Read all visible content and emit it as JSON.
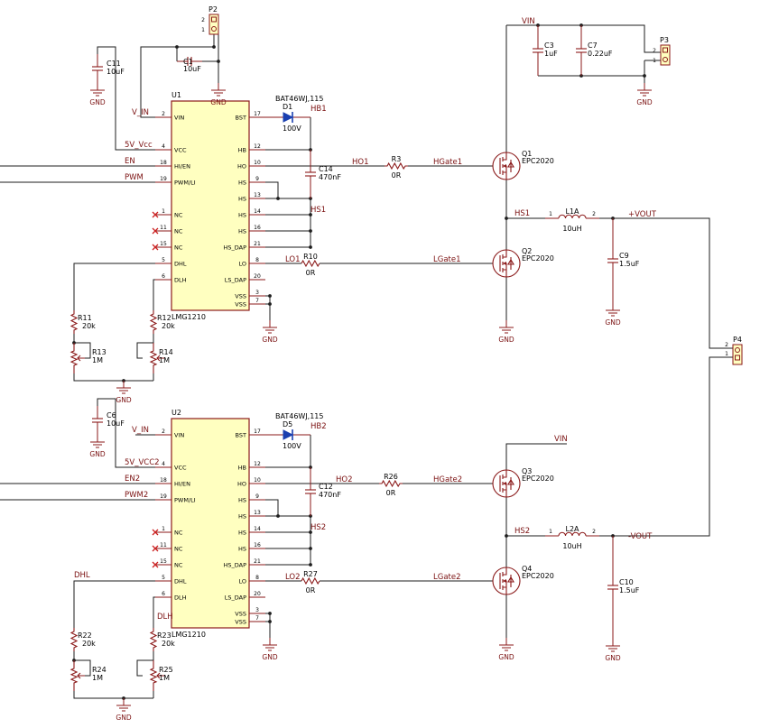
{
  "u1": {
    "ref": "U1",
    "part": "LMG1210",
    "left_pins": [
      {
        "num": "2",
        "name": "VIN"
      },
      {
        "num": "4",
        "name": "VCC"
      },
      {
        "num": "18",
        "name": "HI/EN"
      },
      {
        "num": "19",
        "name": "PWM/LI"
      },
      {
        "num": "1",
        "name": "NC"
      },
      {
        "num": "11",
        "name": "NC"
      },
      {
        "num": "15",
        "name": "NC"
      },
      {
        "num": "5",
        "name": "DHL"
      },
      {
        "num": "6",
        "name": "DLH"
      }
    ],
    "right_pins": [
      {
        "num": "17",
        "name": "BST"
      },
      {
        "num": "12",
        "name": "HB"
      },
      {
        "num": "10",
        "name": "HO"
      },
      {
        "num": "9",
        "name": "HS"
      },
      {
        "num": "13",
        "name": "HS"
      },
      {
        "num": "14",
        "name": "HS"
      },
      {
        "num": "16",
        "name": "HS"
      },
      {
        "num": "21",
        "name": "HS_DAP"
      },
      {
        "num": "8",
        "name": "LO"
      },
      {
        "num": "20",
        "name": "LS_DAP"
      },
      {
        "num": "3",
        "name": "VSS"
      },
      {
        "num": "7",
        "name": "VSS"
      }
    ]
  },
  "u2": {
    "ref": "U2",
    "part": "LMG1210",
    "left_pins": [
      {
        "num": "2",
        "name": "VIN"
      },
      {
        "num": "4",
        "name": "VCC"
      },
      {
        "num": "18",
        "name": "HI/EN"
      },
      {
        "num": "19",
        "name": "PWM/LI"
      },
      {
        "num": "1",
        "name": "NC"
      },
      {
        "num": "11",
        "name": "NC"
      },
      {
        "num": "15",
        "name": "NC"
      },
      {
        "num": "5",
        "name": "DHL"
      },
      {
        "num": "6",
        "name": "DLH"
      }
    ],
    "right_pins": [
      {
        "num": "17",
        "name": "BST"
      },
      {
        "num": "12",
        "name": "HB"
      },
      {
        "num": "10",
        "name": "HO"
      },
      {
        "num": "9",
        "name": "HS"
      },
      {
        "num": "13",
        "name": "HS"
      },
      {
        "num": "14",
        "name": "HS"
      },
      {
        "num": "16",
        "name": "HS"
      },
      {
        "num": "21",
        "name": "HS_DAP"
      },
      {
        "num": "8",
        "name": "LO"
      },
      {
        "num": "20",
        "name": "LS_DAP"
      },
      {
        "num": "3",
        "name": "VSS"
      },
      {
        "num": "7",
        "name": "VSS"
      }
    ]
  },
  "nets": {
    "v_in_1": "V_IN",
    "vcc_1": "5V_Vcc",
    "en_1": "EN",
    "pwm_1": "PWM",
    "ho1": "HO1",
    "hgate1": "HGate1",
    "hb1": "HB1",
    "hs1_node": "HS1",
    "hs1": "HS1",
    "lo1": "LO1",
    "lgate1": "LGate1",
    "vout_pos": "+VOUT",
    "vin_top": "VIN",
    "v_in_2": "V_IN",
    "vcc_2": "5V_VCC2",
    "en_2": "EN2",
    "pwm_2": "PWM2",
    "ho2": "HO2",
    "hgate2": "HGate2",
    "hb2": "HB2",
    "hs2_node": "HS2",
    "hs2": "HS2",
    "lo2": "LO2",
    "lgate2": "LGate2",
    "vout_neg": "-VOUT",
    "vin_q3": "VIN",
    "dhl": "DHL",
    "dlh": "DLH",
    "gnd": "GND"
  },
  "parts": {
    "p2": {
      "ref": "P2",
      "pin_a": "2",
      "pin_b": "1"
    },
    "p3": {
      "ref": "P3",
      "pin_a": "2",
      "pin_b": "1"
    },
    "p4": {
      "ref": "P4",
      "pin_a": "2",
      "pin_b": "1"
    },
    "c1": {
      "ref": "C1",
      "value": "10uF"
    },
    "c11": {
      "ref": "C11",
      "value": "10uF"
    },
    "c3": {
      "ref": "C3",
      "value": "1uF"
    },
    "c7": {
      "ref": "C7",
      "value": "0.22uF"
    },
    "c14": {
      "ref": "C14",
      "value": "470nF"
    },
    "c9": {
      "ref": "C9",
      "value": "1.5uF"
    },
    "c6": {
      "ref": "C6",
      "value": "10uF"
    },
    "c12": {
      "ref": "C12",
      "value": "470nF"
    },
    "c10": {
      "ref": "C10",
      "value": "1.5uF"
    },
    "d1": {
      "part": "BAT46WJ,115",
      "ref": "D1",
      "value": "100V"
    },
    "d5": {
      "part": "BAT46WJ,115",
      "ref": "D5",
      "value": "100V"
    },
    "r3": {
      "ref": "R3",
      "value": "0R"
    },
    "r10": {
      "ref": "R10",
      "value": "0R"
    },
    "r26": {
      "ref": "R26",
      "value": "0R"
    },
    "r27": {
      "ref": "R27",
      "value": "0R"
    },
    "r11": {
      "ref": "R11",
      "value": "20k"
    },
    "r12": {
      "ref": "R12",
      "value": "20k"
    },
    "r13": {
      "ref": "R13",
      "value": "1M"
    },
    "r14": {
      "ref": "R14",
      "value": "1M"
    },
    "r22": {
      "ref": "R22",
      "value": "20k"
    },
    "r23": {
      "ref": "R23",
      "value": "20k"
    },
    "r24": {
      "ref": "R24",
      "value": "1M"
    },
    "r25": {
      "ref": "R25",
      "value": "1M"
    },
    "q1": {
      "ref": "Q1",
      "value": "EPC2020"
    },
    "q2": {
      "ref": "Q2",
      "value": "EPC2020"
    },
    "q3": {
      "ref": "Q3",
      "value": "EPC2020"
    },
    "q4": {
      "ref": "Q4",
      "value": "EPC2020"
    },
    "l1a": {
      "ref": "L1A",
      "value": "10uH",
      "pin1": "1",
      "pin2": "2"
    },
    "l2a": {
      "ref": "L2A",
      "value": "10uH",
      "pin1": "1",
      "pin2": "2"
    }
  },
  "colors": {
    "wire": "#1e1e1e",
    "part": "#8b1a1a",
    "ic_fill": "#ffffc0",
    "text": "#000000",
    "net": "#7a1010",
    "nc_mark": "#cc2222",
    "diode": "#1a3fb0"
  }
}
